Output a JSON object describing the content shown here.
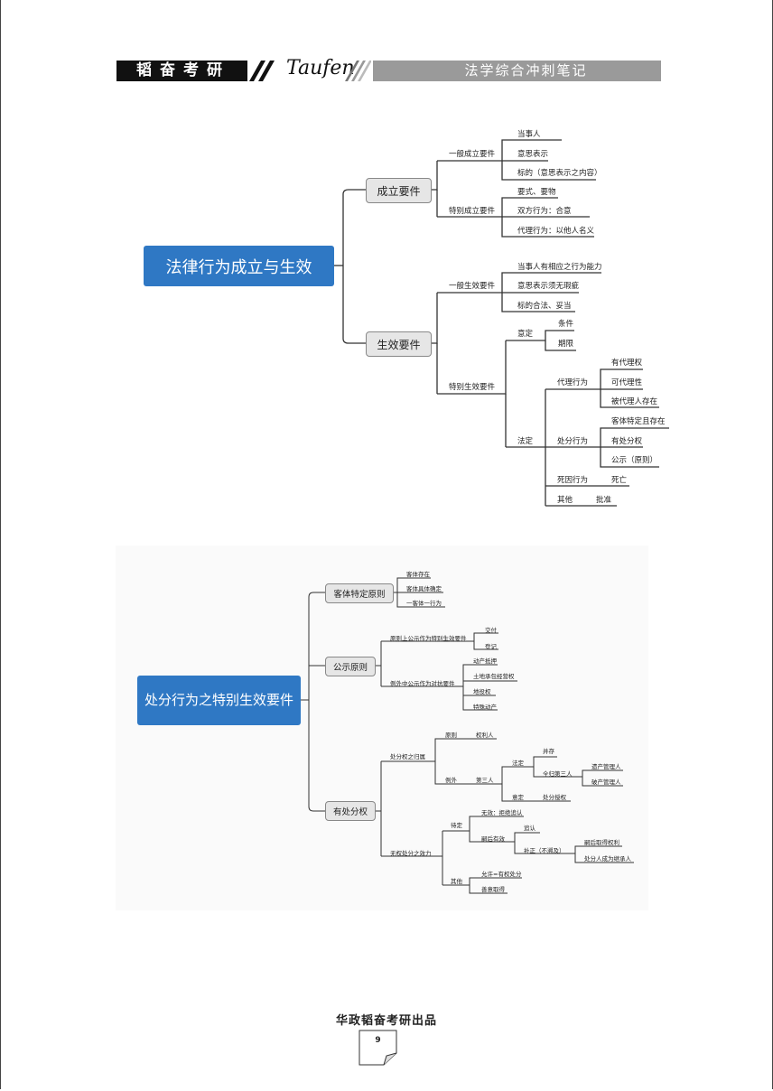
{
  "header": {
    "brand_cn": "韬奋考研",
    "brand_en": "Taufen",
    "title": "法学综合冲刺笔记"
  },
  "map1": {
    "root": "法律行为成立与生效",
    "b1": "成立要件",
    "b1_general": "一般成立要件",
    "b1_general_items": [
      "当事人",
      "意思表示",
      "标的（意思表示之内容）"
    ],
    "b1_special": "特别成立要件",
    "b1_special_items": [
      "要式、要物",
      "双方行为：合意",
      "代理行为：以他人名义"
    ],
    "b2": "生效要件",
    "b2_general": "一般生效要件",
    "b2_general_items": [
      "当事人有相应之行为能力",
      "意思表示须无瑕疵",
      "标的合法、妥当"
    ],
    "b2_special": "特别生效要件",
    "yiding": "意定",
    "yiding_items": [
      "条件",
      "期限"
    ],
    "fading": "法定",
    "daili": "代理行为",
    "daili_items": [
      "有代理权",
      "可代理性",
      "被代理人存在"
    ],
    "chufen": "处分行为",
    "chufen_items": [
      "客体特定且存在",
      "有处分权",
      "公示（原则）"
    ],
    "siyin": "死因行为",
    "siyin_item": "死亡",
    "qita": "其他",
    "qita_item": "批准"
  },
  "map2": {
    "root": "处分行为之特别生效要件",
    "b1": "客体特定原则",
    "b1_items": [
      "客体存在",
      "客体具体确定",
      "一客体一行为"
    ],
    "b2": "公示原则",
    "b2_rule": "原则上公示作为特别生效要件",
    "b2_rule_items": [
      "交付",
      "登记"
    ],
    "b2_exc": "例外中公示作为对抗要件",
    "b2_exc_items": [
      "动产抵押",
      "土地承包经营权",
      "地役权",
      "特殊动产"
    ],
    "b3": "有处分权",
    "guishu": "处分权之归属",
    "yuanze": "原则",
    "quanliren": "权利人",
    "liwai": "例外",
    "disanren": "第三人",
    "fading": "法定",
    "bingcun": "并存",
    "quangui": "全归第三人",
    "quangui_items": [
      "遗产管理人",
      "破产管理人"
    ],
    "yiding": "意定",
    "shouquan": "处分授权",
    "wuquan": "无权处分之效力",
    "daiding": "待定",
    "wuxiao": "无效：拒绝追认",
    "houyouxiao": "嗣后有效",
    "zhuiren": "追认",
    "buzheng": "补正（不溯及）",
    "buzheng_items": [
      "嗣后取得权利",
      "处分人成为继承人"
    ],
    "qita": "其他",
    "qita_items": [
      "允许=有权处分",
      "善意取得"
    ]
  },
  "footer": {
    "publisher": "华政韬奋考研出品",
    "page": "9"
  },
  "colors": {
    "root_blue": "#2f78c4",
    "node_gray": "#e6e6e6",
    "header_gray": "#9a9a9a"
  }
}
